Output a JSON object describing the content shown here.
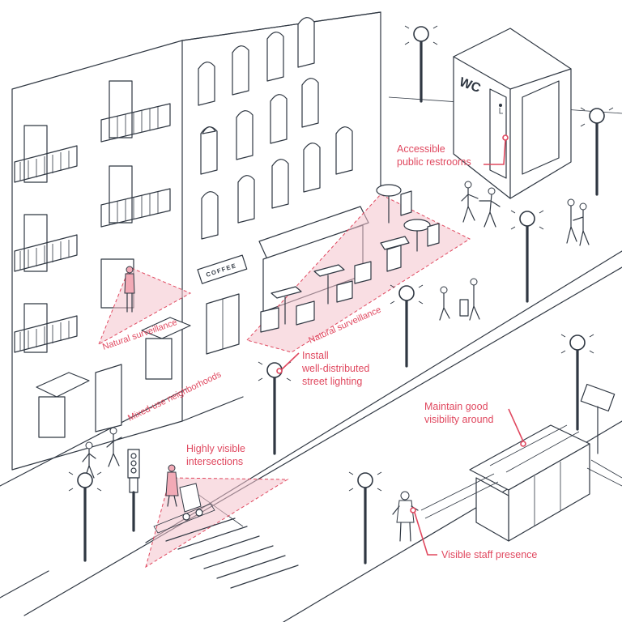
{
  "callouts": {
    "restrooms": [
      "Accessible",
      "public restrooms"
    ],
    "lighting": [
      "Install",
      "well-distributed",
      "street lighting"
    ],
    "visibility": [
      "Maintain good",
      "visibility around"
    ],
    "intersections": [
      "Highly visible",
      "intersections"
    ],
    "staff": "Visible staff presence"
  },
  "rotated_labels": {
    "surveillance_left": "Natural surveillance",
    "surveillance_right": "Natural surveillance",
    "mixed_use": "Mixed-use neighborhoods"
  },
  "signs": {
    "coffee": "COFFEE",
    "wc": "WC"
  },
  "colors": {
    "accent": "#e0485f",
    "zone_fill": "#f4c3cc",
    "line": "#2f3742",
    "background": "#ffffff"
  },
  "icons": [
    "street-lamp-icon",
    "traffic-light-icon",
    "wheelchair-icon",
    "bus-shelter-icon",
    "public-toilet-icon"
  ]
}
